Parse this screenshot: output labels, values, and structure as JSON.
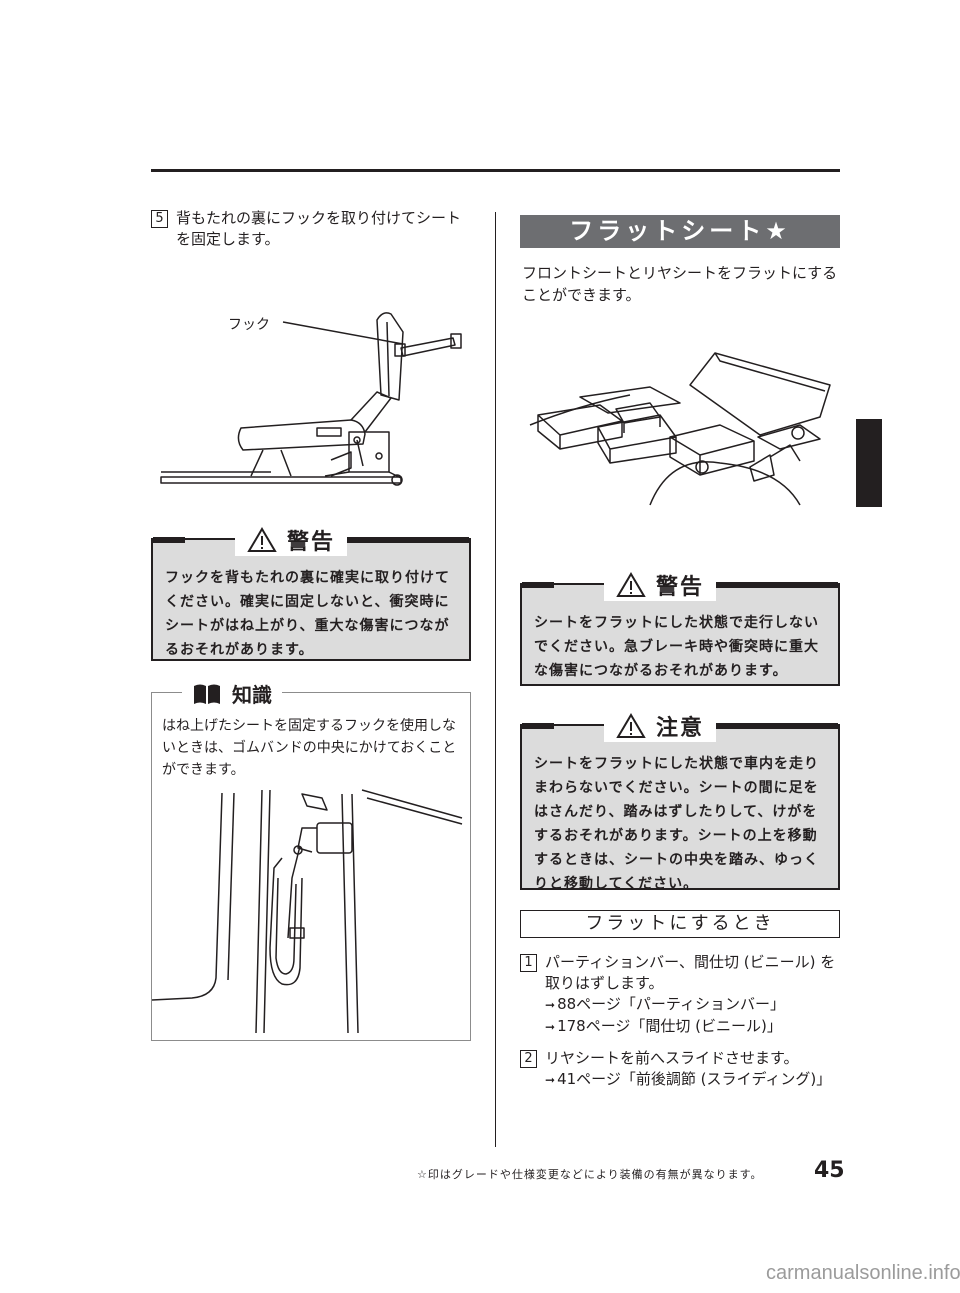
{
  "left": {
    "step5": {
      "num": "5",
      "text": "背もたれの裏にフックを取り付けてシートを固定します。"
    },
    "figure1": {
      "hook_label": "フック"
    },
    "warning1": {
      "title": "警告",
      "text": "フックを背もたれの裏に確実に取り付けてください。確実に固定しないと、衝突時にシートがはね上がり、重大な傷害につながるおそれがあります。"
    },
    "knowledge": {
      "title": "知識",
      "text": "はね上げたシートを固定するフックを使用しないときは、ゴムバンドの中央にかけておくことができます。"
    }
  },
  "right": {
    "section_title": "フラットシート★",
    "intro": "フロントシートとリヤシートをフラットにすることができます。",
    "warning2": {
      "title": "警告",
      "text": "シートをフラットにした状態で走行しないでください。急ブレーキ時や衝突時に重大な傷害につながるおそれがあります。"
    },
    "caution": {
      "title": "注意",
      "text": "シートをフラットにした状態で車内を走りまわらないでください。シートの間に足をはさんだり、踏みはずしたりして、けがをするおそれがあります。シートの上を移動するときは、シートの中央を踏み、ゆっくりと移動してください。"
    },
    "subsection_title": "フラットにするとき",
    "step1": {
      "num": "1",
      "text": "パーティションバー、間仕切 (ビニール) を取りはずします。",
      "refs": [
        "88ページ「パーティションバー」",
        "178ページ「間仕切 (ビニール)」"
      ]
    },
    "step2": {
      "num": "2",
      "text": "リヤシートを前へスライドさせます。",
      "refs": [
        "41ページ「前後調節 (スライディング)」"
      ]
    }
  },
  "footer": {
    "note": "☆印はグレードや仕様変更などにより装備の有無が異なります。",
    "page": "45"
  },
  "watermark": "carmanualsonline.info"
}
